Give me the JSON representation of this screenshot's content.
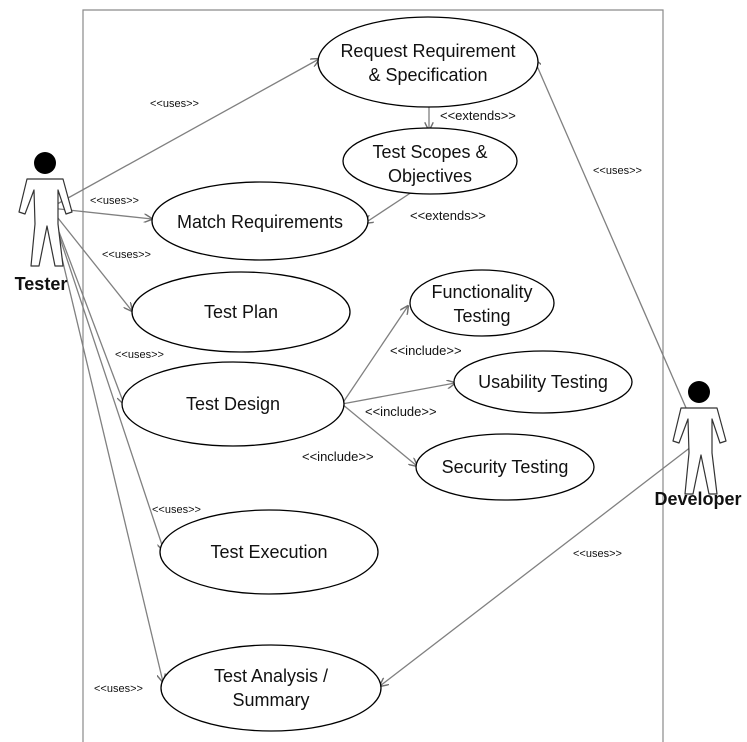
{
  "actors": {
    "tester": "Tester",
    "developer": "Developer"
  },
  "use_cases": {
    "request_requirement": [
      "Request Requirement",
      "& Specification"
    ],
    "test_scopes": [
      "Test Scopes &",
      "Objectives"
    ],
    "match_requirements": [
      "Match Requirements"
    ],
    "test_plan": [
      "Test Plan"
    ],
    "functionality_testing": [
      "Functionality",
      "Testing"
    ],
    "usability_testing": [
      "Usability Testing"
    ],
    "test_design": [
      "Test Design"
    ],
    "security_testing": [
      "Security Testing"
    ],
    "test_execution": [
      "Test Execution"
    ],
    "test_analysis": [
      "Test Analysis /",
      "Summary"
    ]
  },
  "relations": {
    "uses_request": "<<uses>>",
    "uses_match": "<<uses>>",
    "uses_plan": "<<uses>>",
    "uses_design": "<<uses>>",
    "uses_execution": "<<uses>>",
    "uses_analysis": "<<uses>>",
    "uses_dev_request": "<<uses>>",
    "uses_dev_analysis": "<<uses>>",
    "extends_scopes": "<<extends>>",
    "extends_match": "<<extends>>",
    "include_functionality": "<<include>>",
    "include_usability": "<<include>>",
    "include_security": "<<include>>"
  }
}
